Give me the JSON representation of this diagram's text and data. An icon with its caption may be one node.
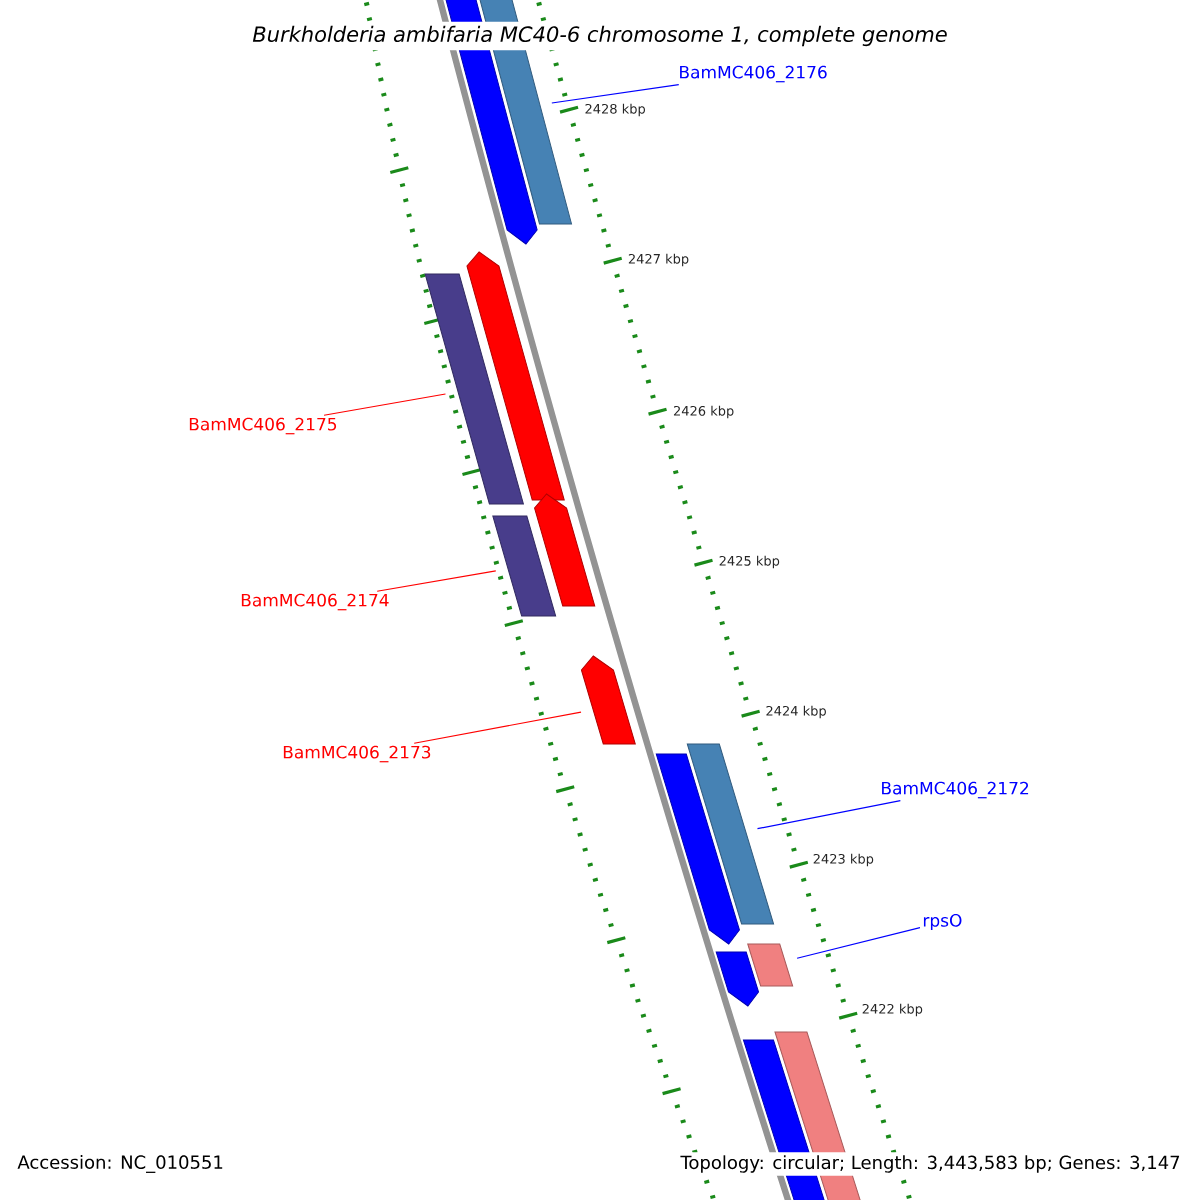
{
  "diagram": {
    "title": "Burkholderia ambifaria MC40-6 chromosome 1, complete genome",
    "nodes": [
      {
        "text": [
          "BamMC406_2176"
        ]
      },
      {
        "text": [],
        "shape": "bar"
      },
      {
        "text": [],
        "shape": "bar"
      },
      {
        "text": [
          "BamMC406_2175"
        ]
      },
      {
        "text": [],
        "shape": "bar"
      },
      {
        "text": [],
        "shape": "bar"
      },
      {
        "text": [
          "BamMC406_2174"
        ]
      },
      {
        "text": [],
        "shape": "bar"
      },
      {
        "text": [],
        "shape": "bar"
      },
      {
        "text": [
          "BamMC406_2173"
        ]
      },
      {
        "text": [],
        "shape": "bar"
      },
      {
        "text": [
          "BamMC406_2172"
        ]
      },
      {
        "text": [],
        "shape": "bar"
      },
      {
        "text": [],
        "shape": "bar"
      },
      {
        "text": [
          "rpsO"
        ]
      },
      {
        "text": [],
        "shape": "bar"
      },
      {
        "text": [],
        "shape": "bar"
      },
      {
        "text": [],
        "shape": "bar"
      },
      {
        "text": [],
        "shape": "bar"
      }
    ],
    "edges": [
      {
        "from": 0,
        "to": 2,
        "arrow": "none",
        "color": "#0000ff"
      },
      {
        "from": 3,
        "to": 4,
        "arrow": "none",
        "color": "#ff0000"
      },
      {
        "from": 6,
        "to": 7,
        "arrow": "none",
        "color": "#ff0000"
      },
      {
        "from": 9,
        "to": 10,
        "arrow": "none",
        "color": "#ff0000"
      },
      {
        "from": 11,
        "to": 13,
        "arrow": "none",
        "color": "#0000ff"
      },
      {
        "from": 14,
        "to": 16,
        "arrow": "none",
        "color": "#0000ff"
      }
    ],
    "labels": [
      "2428 kbp",
      "2427 kbp",
      "2426 kbp",
      "2425 kbp",
      "2424 kbp",
      "2423 kbp",
      "2422 kbp",
      "Accession: NC_010551",
      "Topology: circular; Length: 3,443,583 bp; Genes: 3,147"
    ]
  }
}
